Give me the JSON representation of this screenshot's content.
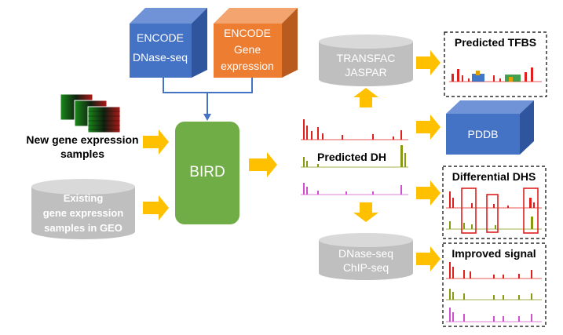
{
  "encode_dnase": {
    "line1": "ENCODE",
    "line2": "DNase-seq"
  },
  "encode_expr": {
    "line1": "ENCODE",
    "line2": "Gene",
    "line3": "expression"
  },
  "new_samples": {
    "line1": "New gene expression",
    "line2": "samples"
  },
  "existing_samples": {
    "line1": "Existing",
    "line2": "gene expression",
    "line3": "samples in GEO"
  },
  "bird": {
    "label": "BIRD"
  },
  "transfac": {
    "line1": "TRANSFAC",
    "line2": "JASPAR"
  },
  "predicted_dh": {
    "label": "Predicted DH"
  },
  "dnase_chip": {
    "line1": "DNase-seq",
    "line2": "ChIP-seq"
  },
  "predicted_tfbs": {
    "title": "Predicted TFBS"
  },
  "pddb": {
    "label": "PDDB"
  },
  "differential_dhs": {
    "title": "Differential DHS"
  },
  "improved_signal": {
    "title": "Improved signal"
  },
  "colors": {
    "encode_blue": "#4472c4",
    "encode_orange": "#ed7d31",
    "bird_green": "#70ad47",
    "arrow_gold": "#ffc000",
    "cylinder_gray": "#bfbfbf",
    "track_red": "#e0201f",
    "track_olive": "#8a9a10",
    "track_magenta": "#d050d0"
  }
}
